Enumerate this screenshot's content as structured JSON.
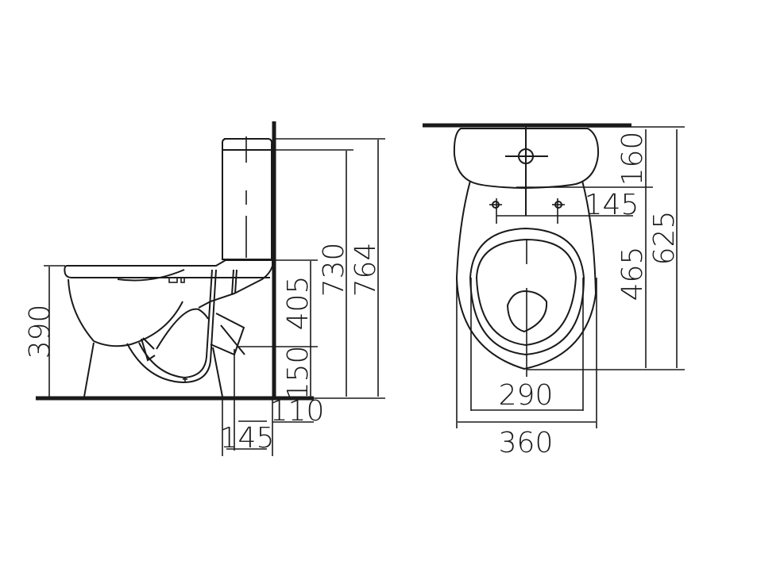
{
  "diagram": {
    "type": "technical-drawing",
    "subject": "close-coupled toilet",
    "side_view": {
      "name": "side elevation",
      "dimensions": {
        "seat_height": "390",
        "tank_top_height": "730",
        "overall_height": "764",
        "inlet_height": "405",
        "outlet_height": "150",
        "outlet_wall_offset": "110",
        "outlet_center_offset": "145"
      }
    },
    "top_view": {
      "name": "plan view",
      "dimensions": {
        "tank_depth": "160",
        "fixing_hole_spacing": "145",
        "bowl_length": "465",
        "overall_length": "625",
        "seat_width": "290",
        "overall_width": "360"
      }
    },
    "colors": {
      "line": "#1a1a1a",
      "background": "#ffffff"
    }
  }
}
